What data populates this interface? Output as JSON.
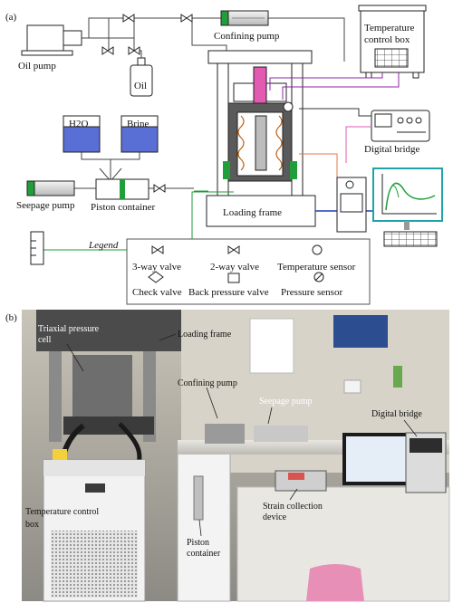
{
  "panel_a": {
    "tag": "(a)",
    "labels": {
      "oil_pump": "Oil pump",
      "oil": "Oil",
      "confining_pump": "Confining pump",
      "temperature_control_box_line1": "Temperature",
      "temperature_control_box_line2": "control box",
      "digital_bridge": "Digital bridge",
      "h2o": "H2O",
      "brine": "Brine",
      "seepage_pump": "Seepage pump",
      "piston_container": "Piston container",
      "loading_frame": "Loading frame"
    },
    "legend": {
      "title": "Legend",
      "items": {
        "three_way_valve": "3-way valve",
        "two_way_valve": "2-way valve",
        "temperature_sensor": "Temperature sensor",
        "check_valve": "Check valve",
        "back_pressure_valve": "Back pressure valve",
        "pressure_sensor": "Pressure sensor"
      }
    }
  },
  "panel_b": {
    "tag": "(b)",
    "labels": {
      "triaxial_line1": "Triaxial pressure",
      "triaxial_line2": "cell",
      "loading_frame": "Loading frame",
      "confining_pump": "Confining pump",
      "seepage_pump": "Seepage pump",
      "digital_bridge": "Digital bridge",
      "temperature_control_line1": "Temperature control",
      "temperature_control_line2": "box",
      "piston_line1": "Piston",
      "piston_line2": "container",
      "strain_line1": "Strain collection",
      "strain_line2": "device"
    }
  }
}
